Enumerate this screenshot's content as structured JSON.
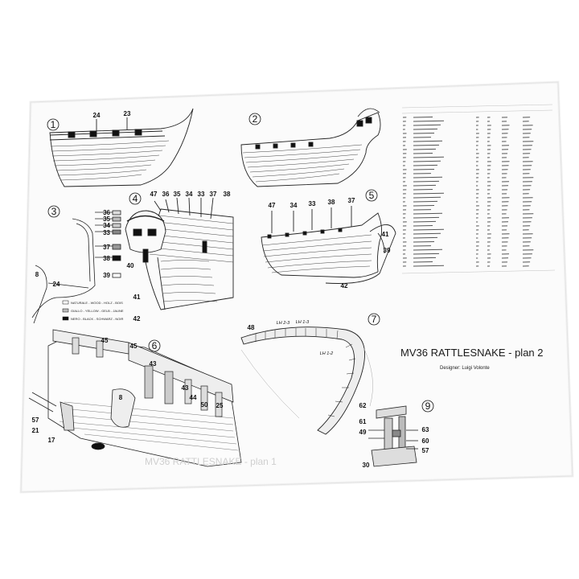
{
  "document": {
    "title": "MV36 RATTLESNAKE - plan 2",
    "designer": "Designer: Luigi Volonte",
    "ghost_title": "MV36 RATTLESNAKE - plan 1"
  },
  "figures": [
    {
      "id": "1",
      "labels": [
        "24",
        "23"
      ]
    },
    {
      "id": "2",
      "labels": []
    },
    {
      "id": "3",
      "labels": [
        "36",
        "35",
        "34",
        "33",
        "37",
        "38",
        "39",
        "8",
        "24"
      ]
    },
    {
      "id": "4",
      "labels": [
        "47",
        "36",
        "35",
        "34",
        "33",
        "37",
        "38",
        "40",
        "41",
        "42"
      ]
    },
    {
      "id": "5",
      "labels": [
        "47",
        "34",
        "33",
        "38",
        "37",
        "41",
        "39",
        "42"
      ]
    },
    {
      "id": "6",
      "labels": [
        "45",
        "45",
        "43",
        "43",
        "44",
        "50",
        "25",
        "8",
        "57",
        "21",
        "17"
      ]
    },
    {
      "id": "7",
      "labels": [
        "48",
        "LH 2-3",
        "LH 1-3",
        "LH 1-2"
      ]
    },
    {
      "id": "9",
      "labels": [
        "62",
        "61",
        "49",
        "63",
        "60",
        "57",
        "30"
      ]
    }
  ],
  "legend": [
    "NATURALE - WOOD - HOLZ - BOIS",
    "GIALLO - YELLOW - GELB - JAUNE",
    "NERO - BLACK - SCHWARZ - NOIR"
  ]
}
